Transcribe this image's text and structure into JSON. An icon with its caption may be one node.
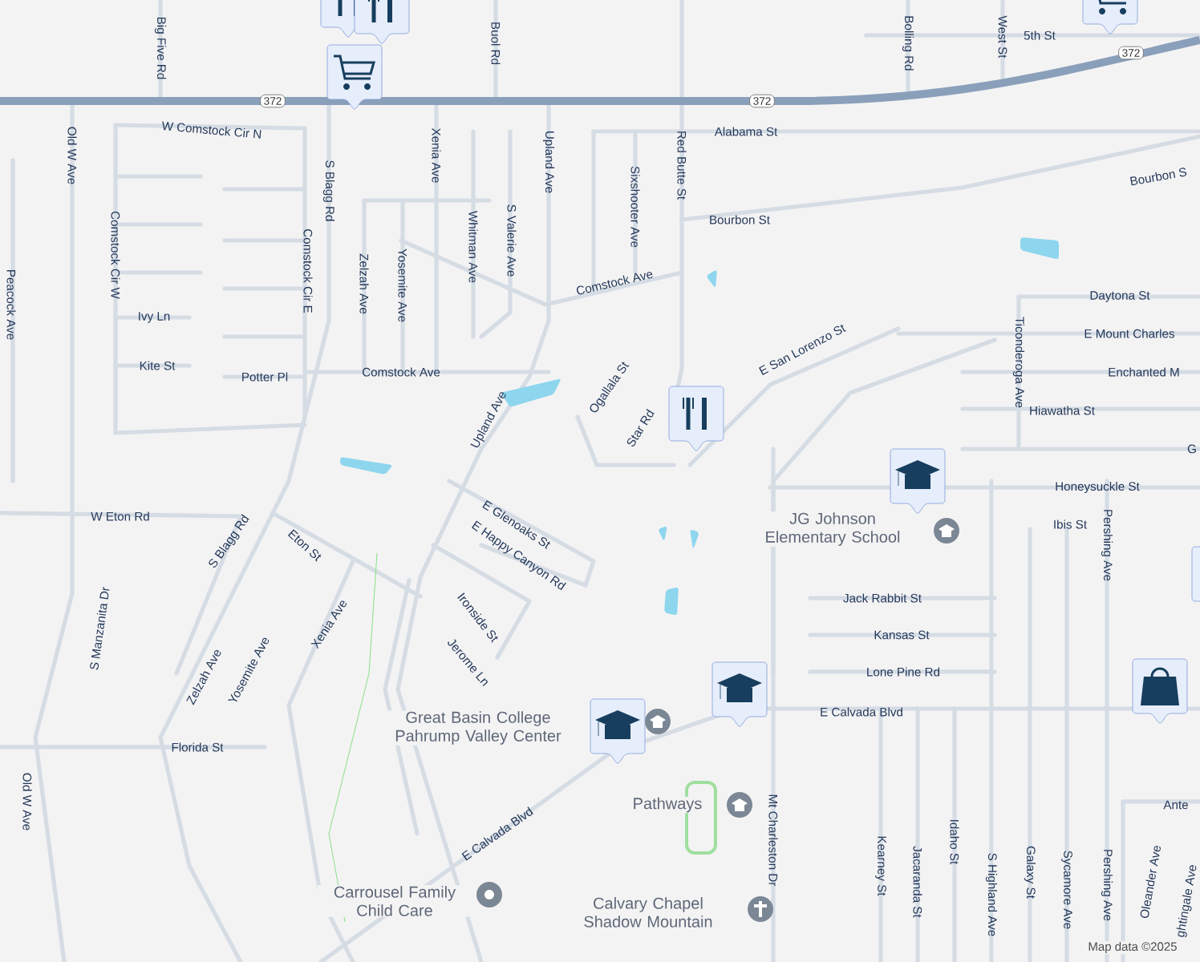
{
  "diagram": {
    "labels": [
      "Big Five Rd",
      "Buol Rd",
      "Bolling Rd",
      "West St",
      "5th St",
      "372",
      "372",
      "372",
      "W Comstock Cir N",
      "Old W Ave",
      "S Blagg Rd",
      "Xenia Ave",
      "Upland Ave",
      "Red Butte St",
      "Alabama St",
      "Sixshooter Ave",
      "Bourbon St",
      "Bourbon S",
      "Comstock Cir E",
      "Zelzah Ave",
      "Yosemite Ave",
      "Whitman Ave",
      "S Valerie Ave",
      "Comstock Ave",
      "Comstock Cir W",
      "Peacock Ave",
      "Daytona St",
      "Ivy Ln",
      "E San Lorenzo St",
      "E Mount Charles",
      "Kite St",
      "Potter Pl",
      "Comstock Ave",
      "Ogallala St",
      "Upland Ave",
      "Star Rd",
      "Enchanted M",
      "Ticonderoga Ave",
      "Hiawatha St",
      "G",
      "Honeysuckle St",
      "Ibis St",
      "Pershing Ave",
      "JG Johnson Elementary School",
      "W Eton Rd",
      "E Glenoaks St",
      "E Happy Canyon Rd",
      "Eton St",
      "S Blagg Rd",
      "Xenia Ave",
      "Zelzah Ave",
      "Yosemite Ave",
      "Ironside St",
      "Jerome Ln",
      "S Manzanita Dr",
      "Jack Rabbit St",
      "Kansas St",
      "Lone Pine Rd",
      "Mt Charleston Dr",
      "E Calvada Blvd",
      "Kearney St",
      "Jacaranda St",
      "Idaho St",
      "S Highland Ave",
      "Galaxy St",
      "Sycamore Ave",
      "Pershing Ave",
      "Great Basin College Pahrump Valley Center",
      "Florida St",
      "Pathways",
      "E Calvada Blvd",
      "Old W Ave",
      "Ante",
      "Oleander Ave",
      "ghtingale Ave",
      "Carrousel Family Child Care",
      "Calvary Chapel Shadow Mountain",
      "Map data ©2025"
    ]
  }
}
